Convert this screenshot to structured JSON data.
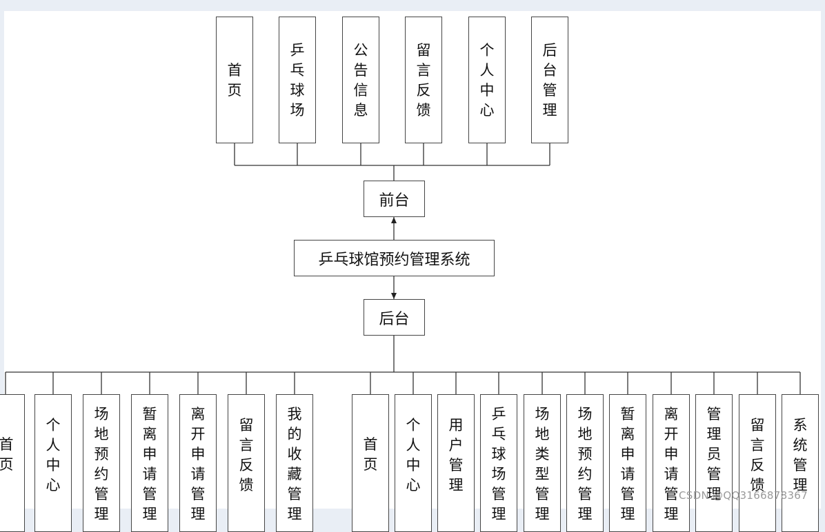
{
  "front_items": [
    "首页",
    "乒乓球场",
    "公告信息",
    "留言反馈",
    "个人中心",
    "后台管理"
  ],
  "front_label": "前台",
  "system_label": "乒乓球馆预约管理系统",
  "back_label": "后台",
  "user_back_items": [
    "首页",
    "个人中心",
    "场地预约管理",
    "暂离申请管理",
    "离开申请管理",
    "留言反馈",
    "我的收藏管理"
  ],
  "admin_back_items": [
    "首页",
    "个人中心",
    "用户管理",
    "乒乓球场管理",
    "场地类型管理",
    "场地预约管理",
    "暂离申请管理",
    "离开申请管理",
    "管理员管理",
    "留言反馈",
    "系统管理"
  ],
  "watermark": "CSDN @QQ3166878367"
}
